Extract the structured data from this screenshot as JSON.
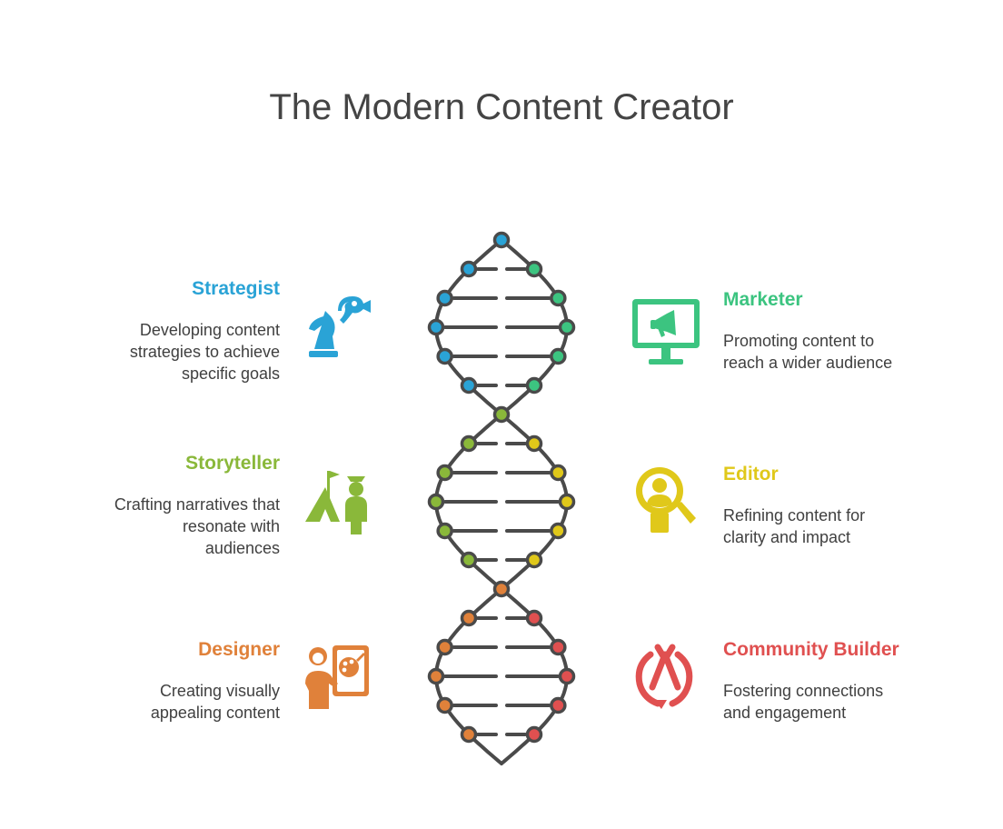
{
  "title": "The Modern Content Creator",
  "colors": {
    "strategist": "#2aa3d6",
    "marketer": "#3cc480",
    "storyteller": "#8ab83a",
    "editor": "#e0c81a",
    "designer": "#e0813a",
    "community": "#e05050",
    "dna_strand": "#4a4a4a"
  },
  "roles": {
    "strategist": {
      "title": "Strategist",
      "description": "Developing content strategies to achieve specific goals",
      "lines": [
        "Developing content",
        "strategies to achieve",
        "specific goals"
      ],
      "icon": "chess-knight-icon"
    },
    "marketer": {
      "title": "Marketer",
      "description": "Promoting content to reach a wider audience",
      "lines": [
        "Promoting content to",
        "reach a wider audience"
      ],
      "icon": "monitor-megaphone-icon"
    },
    "storyteller": {
      "title": "Storyteller",
      "description": "Crafting narratives that resonate with audiences",
      "lines": [
        "Crafting narratives that",
        "resonate with",
        "audiences"
      ],
      "icon": "campfire-storyteller-icon"
    },
    "editor": {
      "title": "Editor",
      "description": "Refining content for clarity and impact",
      "lines": [
        "Refining content for",
        "clarity and impact"
      ],
      "icon": "magnifier-person-icon"
    },
    "designer": {
      "title": "Designer",
      "description": "Creating visually appealing content",
      "lines": [
        "Creating visually",
        "appealing content"
      ],
      "icon": "painter-palette-icon"
    },
    "community": {
      "title": "Community Builder",
      "description": "Fostering connections and engagement",
      "lines": [
        "Fostering connections",
        "and engagement"
      ],
      "icon": "community-chat-icon"
    }
  }
}
